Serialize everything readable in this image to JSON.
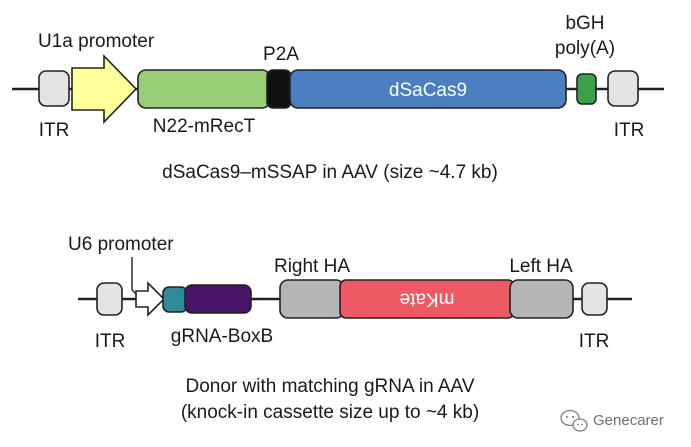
{
  "construct1": {
    "promoter_label": "U1a promoter",
    "p2a_label": "P2A",
    "bgh_label_line1": "bGH",
    "bgh_label_line2": "poly(A)",
    "itr_left_label": "ITR",
    "itr_right_label": "ITR",
    "mrect_label": "N22-mRecT",
    "dsacas9_label": "dSaCas9",
    "caption": "dSaCas9–mSSAP in AAV (size ~4.7 kb)"
  },
  "construct2": {
    "promoter_label": "U6 promoter",
    "right_ha_label": "Right HA",
    "left_ha_label": "Left HA",
    "itr_left_label": "ITR",
    "itr_right_label": "ITR",
    "grna_label": "gRNA-BoxB",
    "mkate_label": "mKate",
    "caption_line1": "Donor with matching gRNA in AAV",
    "caption_line2": "(knock-in cassette size up to ~4 kb)"
  },
  "watermark": {
    "text": "Genecarer"
  },
  "colors": {
    "promoter_yellow": "#ffff99",
    "mrect_green": "#99cc77",
    "p2a_black": "#111111",
    "dsacas9_blue": "#4a7fc1",
    "bgh_green": "#3aa04a",
    "itr_gray": "#e3e3e3",
    "grna_teal": "#2f8a9a",
    "boxb_purple": "#4a1466",
    "ha_gray": "#b5b5b5",
    "mkate_red": "#ee5a64"
  }
}
